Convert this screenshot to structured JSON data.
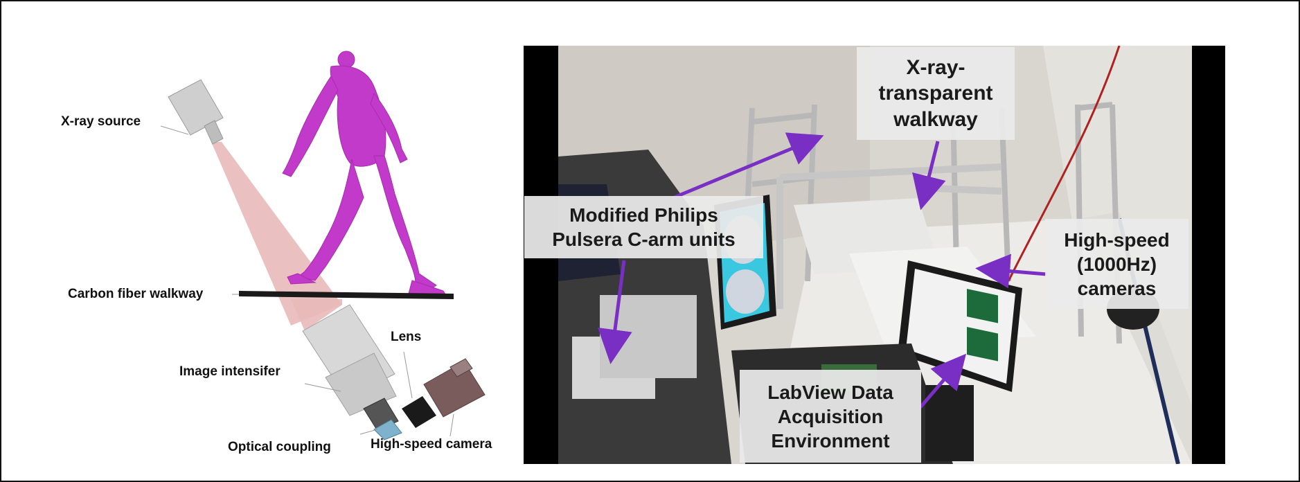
{
  "diagram": {
    "labels": {
      "xray_source": "X-ray source",
      "carbon_walkway": "Carbon fiber walkway",
      "image_intensifier": "Image intensifer",
      "lens": "Lens",
      "optical_coupling": "Optical coupling",
      "high_speed_camera": "High-speed camera"
    },
    "colors": {
      "figure": "#c23ac9",
      "beam": "#e8b8b8",
      "walkway": "#1a1a1a",
      "camera_body": "#7a5c5c"
    }
  },
  "photo": {
    "callouts": {
      "walkway": [
        "X-ray-",
        "transparent",
        "walkway"
      ],
      "carm": [
        "Modified Philips",
        "Pulsera C-arm units"
      ],
      "cameras": [
        "High-speed",
        "(1000Hz)",
        "cameras"
      ],
      "labview": [
        "LabView Data",
        "Acquisition",
        "Environment"
      ]
    },
    "colors": {
      "arrow": "#7a2fc4",
      "callout_bg": "#ebebeb"
    }
  }
}
